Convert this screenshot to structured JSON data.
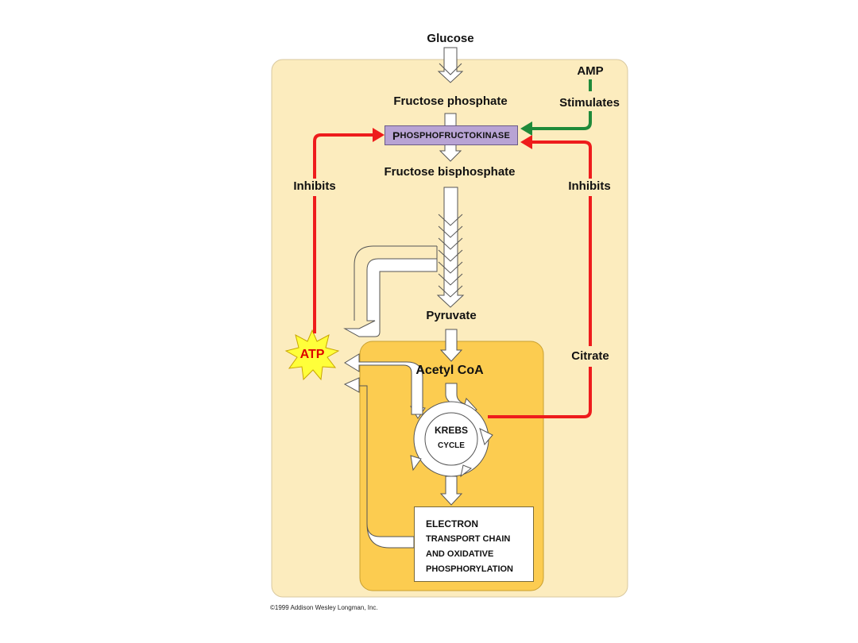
{
  "labels": {
    "glucose": "Glucose",
    "amp": "AMP",
    "fructose_phosphate": "Fructose phosphate",
    "stimulates": "Stimulates",
    "pfk_first": "P",
    "pfk_rest": "HOSPHOFRUCTOKINASE",
    "fructose_bisphosphate": "Fructose bisphosphate",
    "inhibits_left": "Inhibits",
    "inhibits_right": "Inhibits",
    "pyruvate": "Pyruvate",
    "atp": "ATP",
    "citrate": "Citrate",
    "acetyl_coa": "Acetyl CoA",
    "krebs_line1": "KREBS",
    "krebs_line2": "CYCLE",
    "etc_line1": "ELECTRON",
    "etc_line2": "TRANSPORT CHAIN",
    "etc_line3": "AND OXIDATIVE",
    "etc_line4": "PHOSPHORYLATION",
    "copyright": "©1999 Addison Wesley Longman, Inc."
  },
  "colors": {
    "cell_fill": "#fcecbe",
    "mito_fill": "#fccc50",
    "inhibit_arrow": "#ee1c1c",
    "stimulate_arrow": "#1f8a3a",
    "pfk_fill": "#b8a3d4",
    "atp_burst": "#ffff3a"
  }
}
